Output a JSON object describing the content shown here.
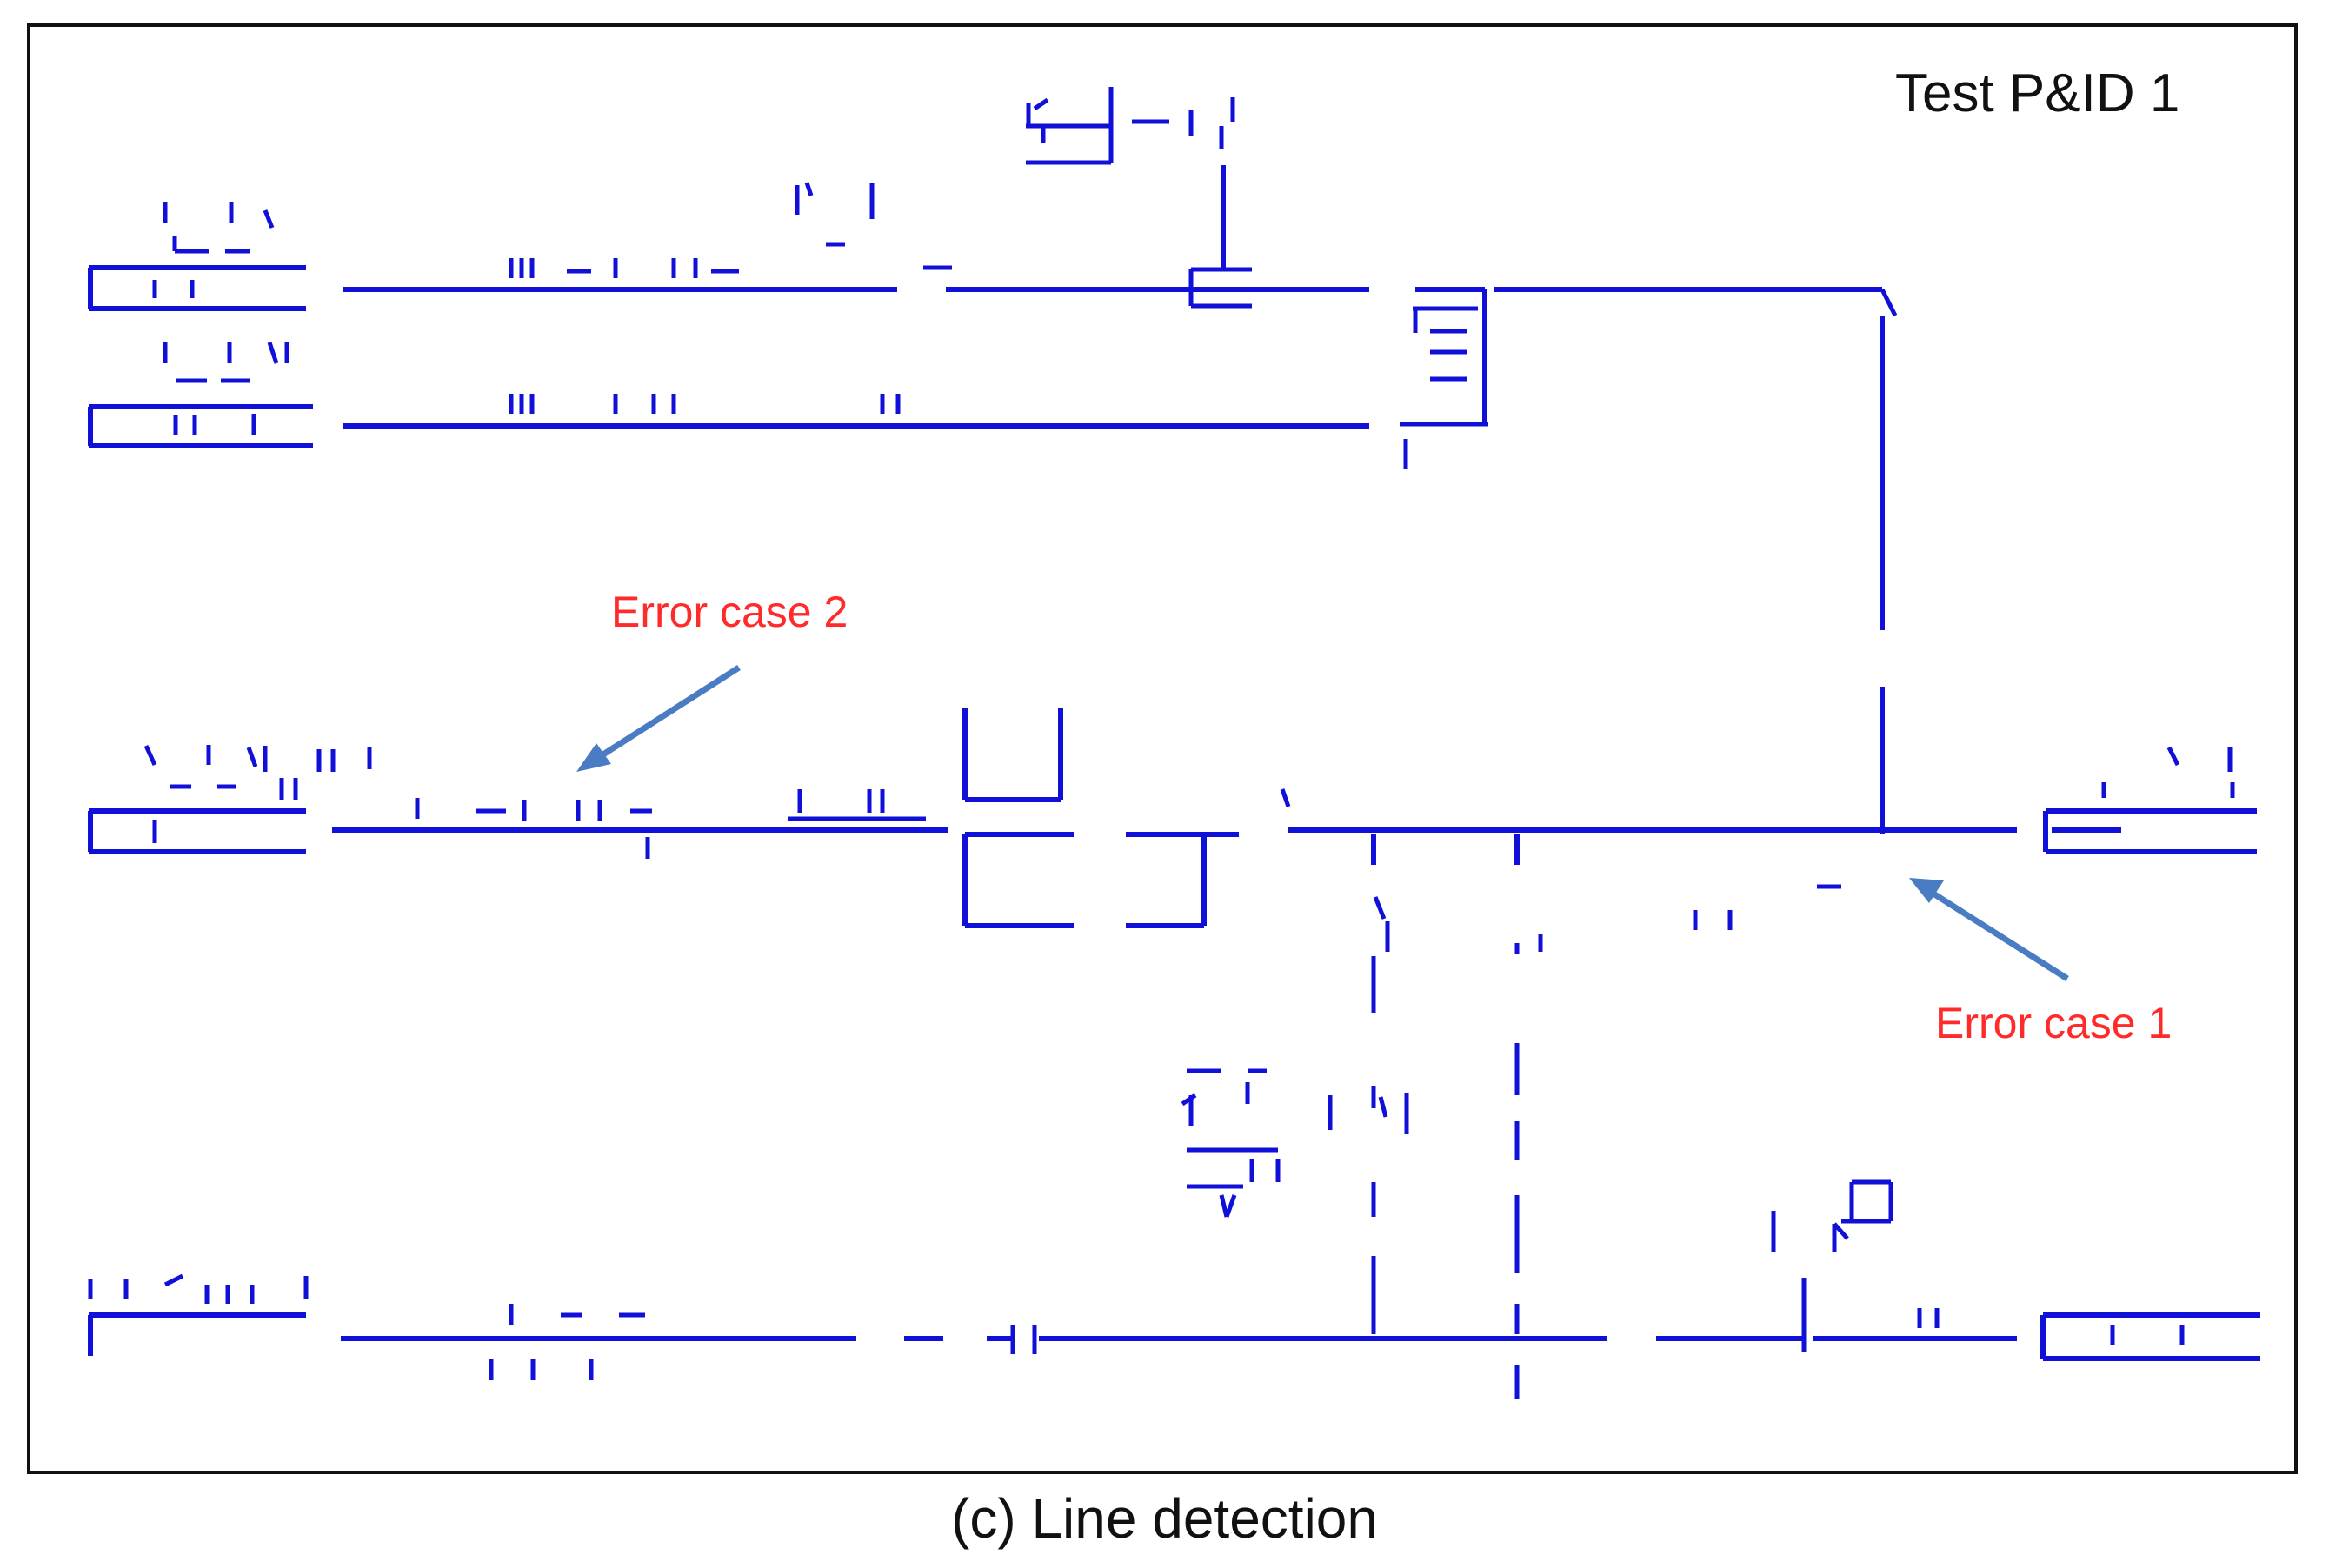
{
  "diagram": {
    "title": "Test P&ID 1",
    "line_color": "#1010d8",
    "arrow_color": "#4a7cc4",
    "annotation_color": "#ff2a2a",
    "annotations": [
      {
        "label": "Error case 2"
      },
      {
        "label": "Error case 1"
      }
    ]
  },
  "caption": "(c) Line detection"
}
